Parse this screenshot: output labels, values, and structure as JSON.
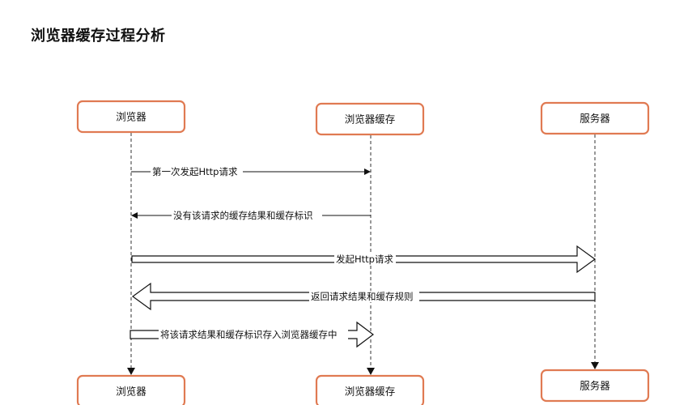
{
  "title": "浏览器缓存过程分析",
  "participants": {
    "browser": "浏览器",
    "cache": "浏览器缓存",
    "server": "服务器"
  },
  "messages": [
    {
      "from": "browser",
      "to": "cache",
      "text": "第一次发起Http请求",
      "style": "thin"
    },
    {
      "from": "cache",
      "to": "browser",
      "text": "没有该请求的缓存结果和缓存标识",
      "style": "thin"
    },
    {
      "from": "browser",
      "to": "server",
      "text": "发起Http请求",
      "style": "block"
    },
    {
      "from": "server",
      "to": "browser",
      "text": "返回请求结果和缓存规则",
      "style": "block"
    },
    {
      "from": "browser",
      "to": "cache",
      "text": "将该请求结果和缓存标识存入浏览器缓存中",
      "style": "block"
    }
  ]
}
